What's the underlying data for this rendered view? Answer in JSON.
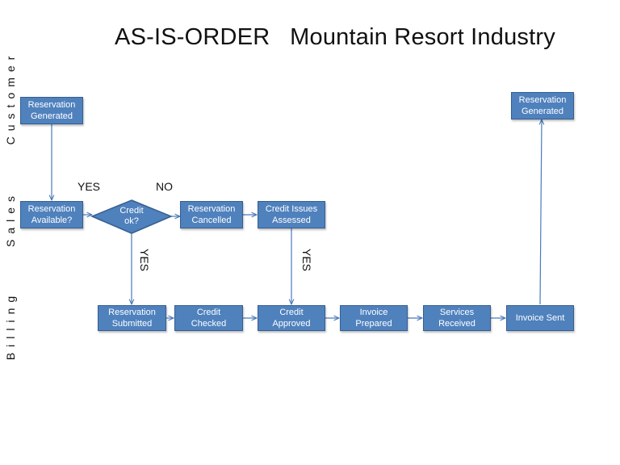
{
  "title": "AS-IS-ORDER   Mountain Resort Industry",
  "lanes": {
    "customer": "Customer",
    "sales": "Sales",
    "billing": "Billing"
  },
  "nodes": {
    "cust_reservation_generated": "Reservation\nGenerated",
    "sales_reservation_available": "Reservation\nAvailable?",
    "sales_credit_ok": "Credit\nok?",
    "sales_reservation_cancelled": "Reservation\nCancelled",
    "sales_credit_issues_assessed": "Credit Issues\nAssessed",
    "bill_reservation_submitted": "Reservation\nSubmitted",
    "bill_credit_checked": "Credit\nChecked",
    "bill_credit_approved": "Credit\nApproved",
    "bill_invoice_prepared": "Invoice\nPrepared",
    "bill_services_received": "Services\nReceived",
    "bill_invoice_sent": "Invoice Sent",
    "cust_reservation_generated_end": "Reservation\nGenerated"
  },
  "labels": {
    "yes_available": "YES",
    "no_credit": "NO",
    "yes_credit": "YES",
    "yes_issues": "YES"
  },
  "colors": {
    "box_fill": "#4f81bd",
    "box_border": "#365f91",
    "connector": "#4a7ab8"
  }
}
